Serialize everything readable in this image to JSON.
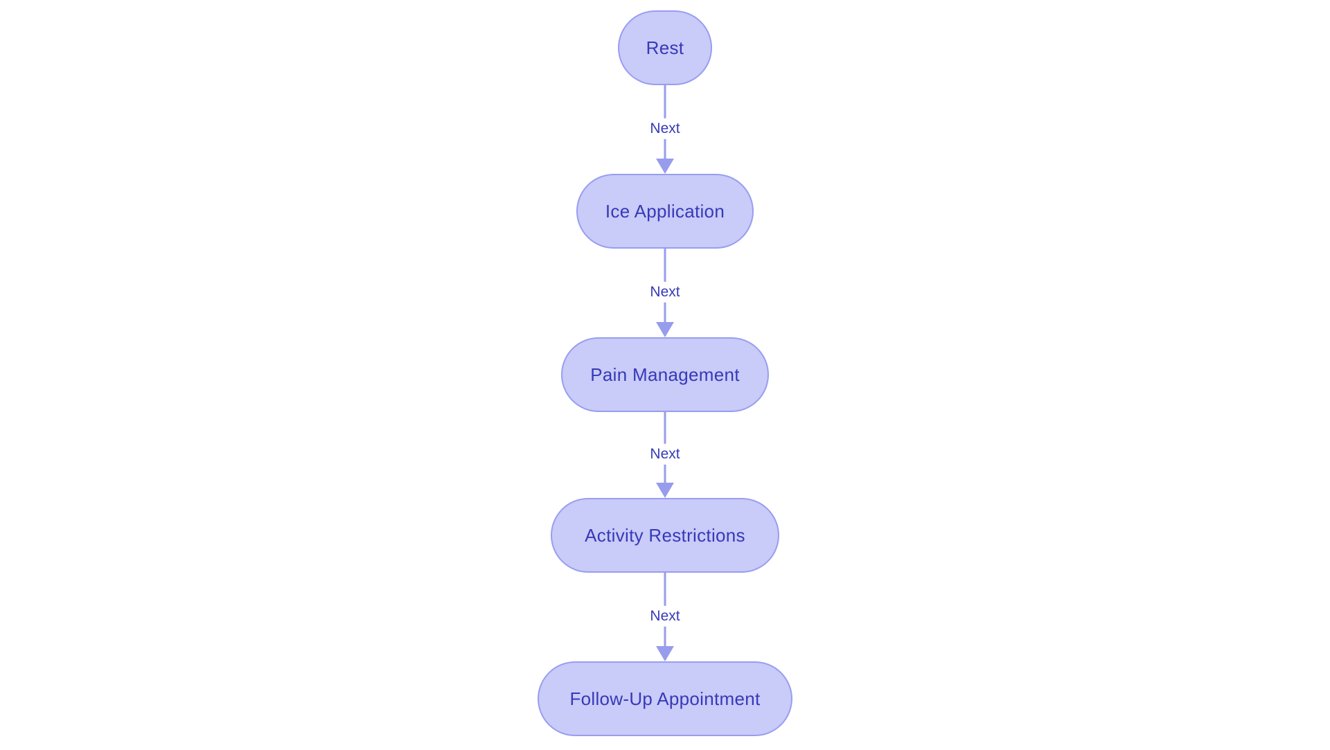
{
  "diagram": {
    "type": "flowchart",
    "direction": "top-down",
    "nodes": [
      {
        "id": "rest",
        "label": "Rest",
        "shape": "stadium"
      },
      {
        "id": "ice-application",
        "label": "Ice Application",
        "shape": "stadium"
      },
      {
        "id": "pain-management",
        "label": "Pain Management",
        "shape": "stadium"
      },
      {
        "id": "activity-restrictions",
        "label": "Activity Restrictions",
        "shape": "stadium"
      },
      {
        "id": "follow-up-appointment",
        "label": "Follow-Up Appointment",
        "shape": "stadium"
      }
    ],
    "edges": [
      {
        "from": "rest",
        "to": "ice-application",
        "label": "Next"
      },
      {
        "from": "ice-application",
        "to": "pain-management",
        "label": "Next"
      },
      {
        "from": "pain-management",
        "to": "activity-restrictions",
        "label": "Next"
      },
      {
        "from": "activity-restrictions",
        "to": "follow-up-appointment",
        "label": "Next"
      }
    ],
    "colors": {
      "node_fill": "#c9cbf8",
      "node_border": "#989df0",
      "node_text": "#3639b8",
      "edge_line": "#979cec",
      "edge_label_text": "#3639b8",
      "background": "#ffffff"
    }
  }
}
